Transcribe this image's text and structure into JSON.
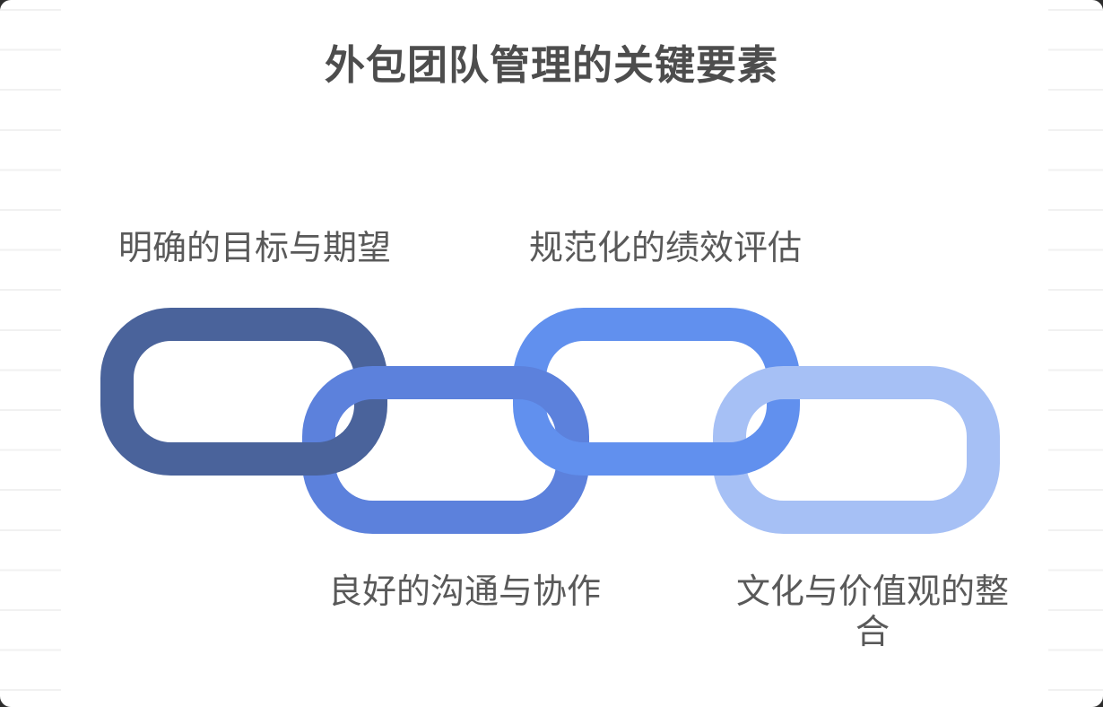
{
  "title": "外包团队管理的关键要素",
  "diagram": {
    "type": "interlocked-chain-links",
    "items": [
      {
        "id": 1,
        "label": "明确的目标与期望",
        "color": "#4A639B",
        "row": "top"
      },
      {
        "id": 2,
        "label": "良好的沟通与协作",
        "color": "#5C81DC",
        "row": "bottom"
      },
      {
        "id": 3,
        "label": "规范化的绩效评估",
        "color": "#6190EE",
        "row": "top"
      },
      {
        "id": 4,
        "label": "文化与价值观的整合",
        "color": "#A6C0F5",
        "row": "bottom"
      }
    ]
  },
  "theme": {
    "background": "#ffffff",
    "ruled_line_color": "#f1f1f1",
    "title_color": "#4d4d4d",
    "label_color": "#595959"
  }
}
